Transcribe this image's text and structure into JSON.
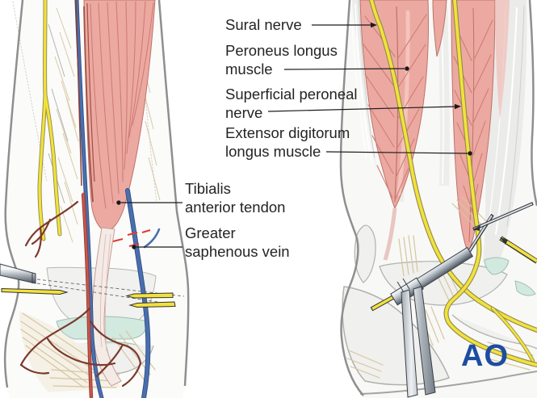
{
  "labels": {
    "right_figure": [
      {
        "id": "sural-nerve",
        "lines": [
          "Sural nerve"
        ]
      },
      {
        "id": "peroneus-longus-muscle",
        "lines": [
          "Peroneus longus",
          "muscle"
        ]
      },
      {
        "id": "superficial-peroneal-nerve",
        "lines": [
          "Superficial peroneal",
          "nerve"
        ]
      },
      {
        "id": "extensor-digitorum-longus-muscle",
        "lines": [
          "Extensor digitorum",
          "longus muscle"
        ]
      }
    ],
    "left_figure": [
      {
        "id": "tibialis-anterior-tendon",
        "lines": [
          "Tibialis",
          "anterior tendon"
        ]
      },
      {
        "id": "greater-saphenous-vein",
        "lines": [
          "Greater",
          "saphenous vein"
        ]
      }
    ]
  },
  "logo": {
    "text": "AO"
  },
  "colors": {
    "label_text": "#242424",
    "leader_line": "#1a1a1a",
    "leg_outline": "#8f8f8f",
    "muscle_fill": "#eca9a1",
    "muscle_streak": "#cf7d74",
    "muscle_edge": "#bd7269",
    "muscle_highlight": "#f6cac4",
    "nerve_yellow": "#f2e13c",
    "nerve_border": "#8f8a4a",
    "vein_blue": "#4a6fad",
    "vein_border": "#2e4f86",
    "artery_red": "#c9544a",
    "artery_maroon": "#7c392d",
    "tendon_beige": "#d6c69e",
    "cartilage_teal": "#d2e9e0",
    "bone_fill": "#f0f0ee",
    "bone_outline": "#b0b0ac",
    "metal_dark": "#3a3f46",
    "dash_grey": "#666666",
    "ao_blue": "#1c4da1"
  }
}
